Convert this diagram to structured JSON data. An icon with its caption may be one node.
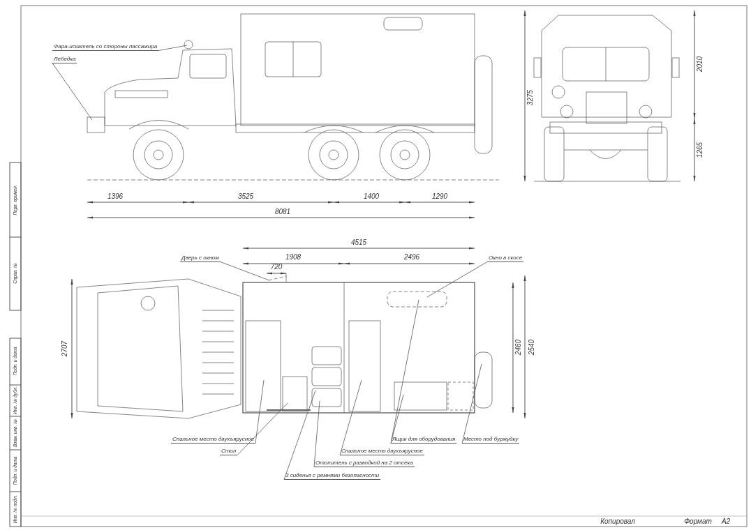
{
  "diagram": {
    "nodes": [
      {
        "text": [
          "Фара-искатель со стороны пассажира"
        ]
      },
      {
        "text": [
          "Лебедка"
        ]
      },
      {
        "text": [
          "Дверь с окном"
        ]
      },
      {
        "text": [
          "Окно в скосе"
        ]
      },
      {
        "text": [
          "Спальное место двухъярусное"
        ]
      },
      {
        "text": [
          "Стол"
        ]
      },
      {
        "text": [
          "3 сиденья с ремнями безопасности"
        ]
      },
      {
        "text": [
          "Отопитель с разводкой на 2 отсека"
        ]
      },
      {
        "text": [
          "Спальное место двухъярусное"
        ]
      },
      {
        "text": [
          "Ящик для оборудования"
        ]
      },
      {
        "text": [
          "Место под буржуйку"
        ]
      }
    ],
    "edges": [
      {
        "from": 0,
        "to": null,
        "arrow": "none"
      },
      {
        "from": 1,
        "to": null,
        "arrow": "none"
      },
      {
        "from": 2,
        "to": null,
        "arrow": "none"
      },
      {
        "from": 3,
        "to": null,
        "arrow": "none"
      },
      {
        "from": 4,
        "to": null,
        "arrow": "none"
      },
      {
        "from": 5,
        "to": null,
        "arrow": "none"
      },
      {
        "from": 6,
        "to": null,
        "arrow": "none"
      },
      {
        "from": 7,
        "to": null,
        "arrow": "none"
      },
      {
        "from": 8,
        "to": null,
        "arrow": "none"
      },
      {
        "from": 9,
        "to": null,
        "arrow": "none"
      },
      {
        "from": 9,
        "to": null,
        "arrow": "none"
      },
      {
        "from": 10,
        "to": null,
        "arrow": "none"
      }
    ],
    "labels": [
      "2010",
      "3275",
      "1265",
      "1396",
      "3525",
      "1400",
      "1290",
      "8081",
      "4515",
      "1908",
      "2496",
      "720",
      "2707",
      "2460",
      "2540",
      "Перв. примен.",
      "Справ. №",
      "Подп. и дата",
      "Инв. № дубл.",
      "Взам. инв. №",
      "Подп. и дата",
      "Инв. № подл.",
      "Копировал",
      "Формат",
      "А2"
    ]
  }
}
